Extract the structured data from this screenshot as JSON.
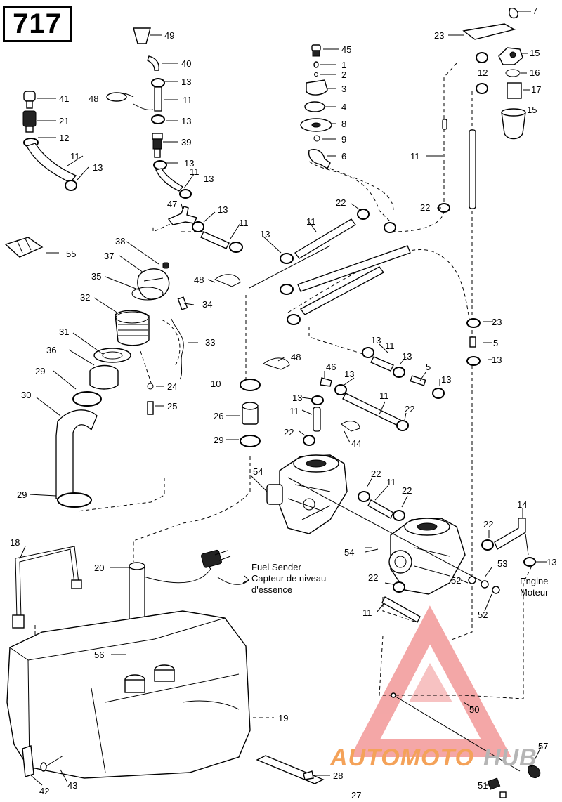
{
  "page_number": "717",
  "note_lines": {
    "fuel_sender": [
      "Fuel Sender",
      "Capteur de niveau",
      "d'essence"
    ],
    "engine": [
      "Engine",
      "Moteur"
    ]
  },
  "part_labels": [
    {
      "id": "p7",
      "text": "7"
    },
    {
      "id": "p49",
      "text": "49"
    },
    {
      "id": "p45",
      "text": "45"
    },
    {
      "id": "p23a",
      "text": "23"
    },
    {
      "id": "p15a",
      "text": "15"
    },
    {
      "id": "p40",
      "text": "40"
    },
    {
      "id": "p1",
      "text": "1"
    },
    {
      "id": "p2",
      "text": "2"
    },
    {
      "id": "p16",
      "text": "16"
    },
    {
      "id": "p12a",
      "text": "12"
    },
    {
      "id": "p13a",
      "text": "13"
    },
    {
      "id": "p3",
      "text": "3"
    },
    {
      "id": "p17",
      "text": "17"
    },
    {
      "id": "p41",
      "text": "41"
    },
    {
      "id": "p48a",
      "text": "48"
    },
    {
      "id": "p11a",
      "text": "11"
    },
    {
      "id": "p4",
      "text": "4"
    },
    {
      "id": "p15b",
      "text": "15"
    },
    {
      "id": "p21",
      "text": "21"
    },
    {
      "id": "p13b",
      "text": "13"
    },
    {
      "id": "p8",
      "text": "8"
    },
    {
      "id": "p12b",
      "text": "12"
    },
    {
      "id": "p9",
      "text": "9"
    },
    {
      "id": "p39",
      "text": "39"
    },
    {
      "id": "p11b",
      "text": "11"
    },
    {
      "id": "p6",
      "text": "6"
    },
    {
      "id": "p11c",
      "text": "11"
    },
    {
      "id": "p13c",
      "text": "13"
    },
    {
      "id": "p13d",
      "text": "13"
    },
    {
      "id": "p11d",
      "text": "11"
    },
    {
      "id": "p13e",
      "text": "13"
    },
    {
      "id": "p47",
      "text": "47"
    },
    {
      "id": "p22a",
      "text": "22"
    },
    {
      "id": "p22b",
      "text": "22"
    },
    {
      "id": "p13f",
      "text": "13"
    },
    {
      "id": "p11e",
      "text": "11"
    },
    {
      "id": "p11f",
      "text": "11"
    },
    {
      "id": "p13g",
      "text": "13"
    },
    {
      "id": "p55",
      "text": "55"
    },
    {
      "id": "p38",
      "text": "38"
    },
    {
      "id": "p37",
      "text": "37"
    },
    {
      "id": "p35",
      "text": "35"
    },
    {
      "id": "p48b",
      "text": "48"
    },
    {
      "id": "p32",
      "text": "32"
    },
    {
      "id": "p34",
      "text": "34"
    },
    {
      "id": "p23b",
      "text": "23"
    },
    {
      "id": "p31",
      "text": "31"
    },
    {
      "id": "p33",
      "text": "33"
    },
    {
      "id": "p13h",
      "text": "13"
    },
    {
      "id": "p5a",
      "text": "5"
    },
    {
      "id": "p36",
      "text": "36"
    },
    {
      "id": "p11g",
      "text": "11"
    },
    {
      "id": "p48c",
      "text": "48"
    },
    {
      "id": "p13i",
      "text": "13"
    },
    {
      "id": "p13j",
      "text": "13"
    },
    {
      "id": "p29a",
      "text": "29"
    },
    {
      "id": "p46",
      "text": "46"
    },
    {
      "id": "p13k",
      "text": "13"
    },
    {
      "id": "p5b",
      "text": "5"
    },
    {
      "id": "p10",
      "text": "10"
    },
    {
      "id": "p30",
      "text": "30"
    },
    {
      "id": "p24",
      "text": "24"
    },
    {
      "id": "p13l",
      "text": "13"
    },
    {
      "id": "p13m",
      "text": "13"
    },
    {
      "id": "p11h",
      "text": "11"
    },
    {
      "id": "p25",
      "text": "25"
    },
    {
      "id": "p11i",
      "text": "11"
    },
    {
      "id": "p22c",
      "text": "22"
    },
    {
      "id": "p26",
      "text": "26"
    },
    {
      "id": "p22d",
      "text": "22"
    },
    {
      "id": "p29b",
      "text": "29"
    },
    {
      "id": "p44",
      "text": "44"
    },
    {
      "id": "p54a",
      "text": "54"
    },
    {
      "id": "p22e",
      "text": "22"
    },
    {
      "id": "p11j",
      "text": "11"
    },
    {
      "id": "p29c",
      "text": "29"
    },
    {
      "id": "p22f",
      "text": "22"
    },
    {
      "id": "p14",
      "text": "14"
    },
    {
      "id": "p18",
      "text": "18"
    },
    {
      "id": "p22g",
      "text": "22"
    },
    {
      "id": "p54b",
      "text": "54"
    },
    {
      "id": "p53",
      "text": "53"
    },
    {
      "id": "p13n",
      "text": "13"
    },
    {
      "id": "p20",
      "text": "20"
    },
    {
      "id": "p22h",
      "text": "22"
    },
    {
      "id": "p52a",
      "text": "52"
    },
    {
      "id": "p11k",
      "text": "11"
    },
    {
      "id": "p52b",
      "text": "52"
    },
    {
      "id": "p56",
      "text": "56"
    },
    {
      "id": "p19",
      "text": "19"
    },
    {
      "id": "p50",
      "text": "50"
    },
    {
      "id": "p57",
      "text": "57"
    },
    {
      "id": "p28",
      "text": "28"
    },
    {
      "id": "p42",
      "text": "42"
    },
    {
      "id": "p43",
      "text": "43"
    },
    {
      "id": "p51",
      "text": "51"
    },
    {
      "id": "p27",
      "text": "27"
    }
  ],
  "watermark": {
    "part_a": "AUTOMOTO",
    "part_b": "HUB",
    "color_a": "#f4a259",
    "color_b": "#b5b5b5",
    "logo_color": "#f08a8a"
  }
}
